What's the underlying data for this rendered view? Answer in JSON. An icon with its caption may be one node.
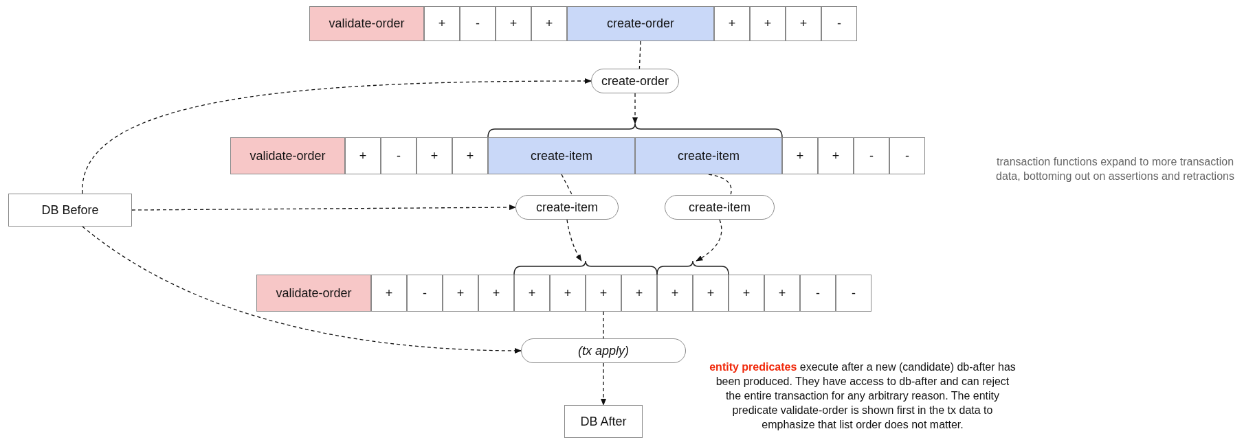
{
  "diagram": {
    "nodes": [
      {
        "text": [
          "validate-order"
        ]
      },
      {
        "text": [
          "+"
        ]
      },
      {
        "text": [
          "-"
        ]
      },
      {
        "text": [
          "+"
        ]
      },
      {
        "text": [
          "+"
        ]
      },
      {
        "text": [
          "create-order"
        ]
      },
      {
        "text": [
          "+"
        ]
      },
      {
        "text": [
          "+"
        ]
      },
      {
        "text": [
          "+"
        ]
      },
      {
        "text": [
          "-"
        ]
      },
      {
        "text": [
          "create-order"
        ]
      },
      {
        "text": [
          "validate-order"
        ]
      },
      {
        "text": [
          "+"
        ]
      },
      {
        "text": [
          "-"
        ]
      },
      {
        "text": [
          "+"
        ]
      },
      {
        "text": [
          "+"
        ]
      },
      {
        "text": [
          "create-item"
        ]
      },
      {
        "text": [
          "create-item"
        ]
      },
      {
        "text": [
          "+"
        ]
      },
      {
        "text": [
          "+"
        ]
      },
      {
        "text": [
          "-"
        ]
      },
      {
        "text": [
          "-"
        ]
      },
      {
        "text": [
          "DB Before"
        ]
      },
      {
        "text": [
          "create-item"
        ]
      },
      {
        "text": [
          "create-item"
        ]
      },
      {
        "text": [
          "validate-order"
        ]
      },
      {
        "text": [
          "+"
        ]
      },
      {
        "text": [
          "-"
        ]
      },
      {
        "text": [
          "+"
        ]
      },
      {
        "text": [
          "+"
        ]
      },
      {
        "text": [
          "+"
        ]
      },
      {
        "text": [
          "+"
        ]
      },
      {
        "text": [
          "+"
        ]
      },
      {
        "text": [
          "+"
        ]
      },
      {
        "text": [
          "+"
        ]
      },
      {
        "text": [
          "+"
        ]
      },
      {
        "text": [
          "+"
        ]
      },
      {
        "text": [
          "+"
        ]
      },
      {
        "text": [
          "-"
        ]
      },
      {
        "text": [
          "-"
        ]
      },
      {
        "text": [
          "(tx apply)"
        ]
      },
      {
        "text": [
          "DB After"
        ]
      },
      {
        "text": [],
        "shape": "bracket"
      },
      {
        "text": [],
        "shape": "bracket"
      },
      {
        "text": [],
        "shape": "bracket"
      }
    ],
    "edges": [
      {
        "from": 5,
        "to": 10,
        "arrow": "none",
        "style": "dashed"
      },
      {
        "from": 10,
        "to": 42,
        "arrow": "to",
        "style": "dashed"
      },
      {
        "from": 16,
        "to": 23,
        "arrow": "none",
        "style": "dashed"
      },
      {
        "from": 17,
        "to": 24,
        "arrow": "none",
        "style": "dashed"
      },
      {
        "from": 23,
        "to": 43,
        "arrow": "to",
        "style": "dashed"
      },
      {
        "from": 24,
        "to": 44,
        "arrow": "to",
        "style": "dashed"
      },
      {
        "from": 22,
        "to": 10,
        "arrow": "to",
        "style": "dashed"
      },
      {
        "from": 22,
        "to": 23,
        "arrow": "to",
        "style": "dashed"
      },
      {
        "from": 22,
        "to": 40,
        "arrow": "to",
        "style": "dashed"
      },
      {
        "from": 32,
        "to": 40,
        "arrow": "none",
        "style": "dashed"
      },
      {
        "from": 40,
        "to": 41,
        "arrow": "to",
        "style": "dashed"
      }
    ],
    "labels": [
      "transaction functions expand to more transaction data, bottoming out on assertions and retractions",
      "**entity predicates** execute after a new (candidate) db-after has been produced. They have access to db-after and can reject the entire transaction for any arbitrary reason. The entity predicate validate-order is shown first in the tx data to emphasize that list order does not matter."
    ]
  }
}
